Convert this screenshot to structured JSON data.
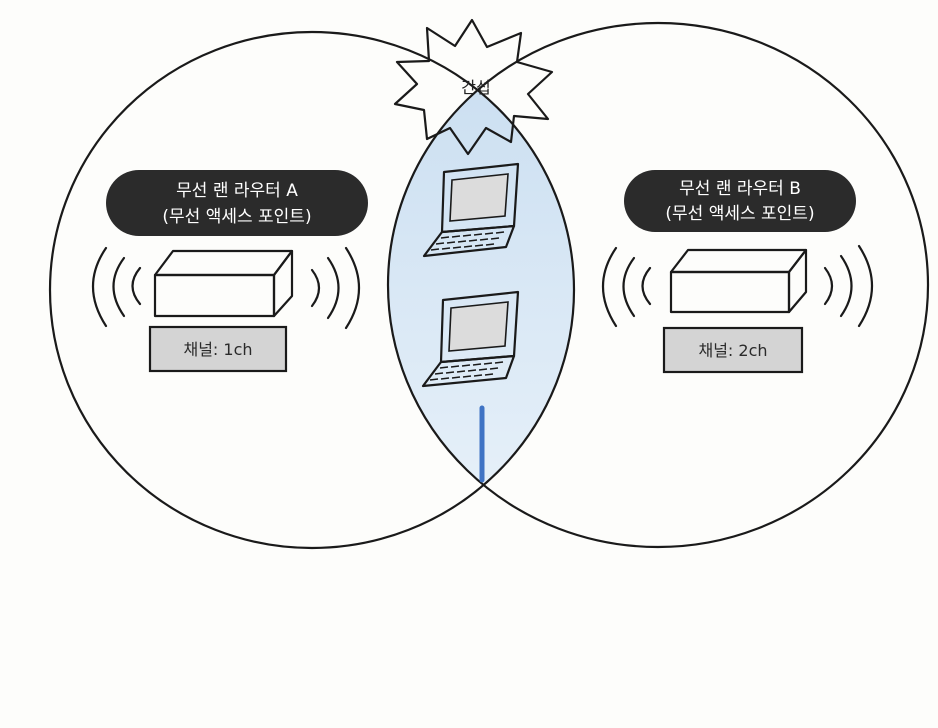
{
  "interference": {
    "label": "간섭"
  },
  "router_a": {
    "name": "무선 랜 라우터 A",
    "subtitle": "(무선 액세스 포인트)",
    "channel": "채널: 1ch"
  },
  "router_b": {
    "name": "무선 랜 라우터 B",
    "subtitle": "(무선 액세스 포인트)",
    "channel": "채널: 2ch"
  },
  "colors": {
    "overlap_fill": "#d9e8f5",
    "divider_line": "#3f73c4",
    "label_pill": "#2b2b2b",
    "channel_box": "#d4d4d4"
  }
}
